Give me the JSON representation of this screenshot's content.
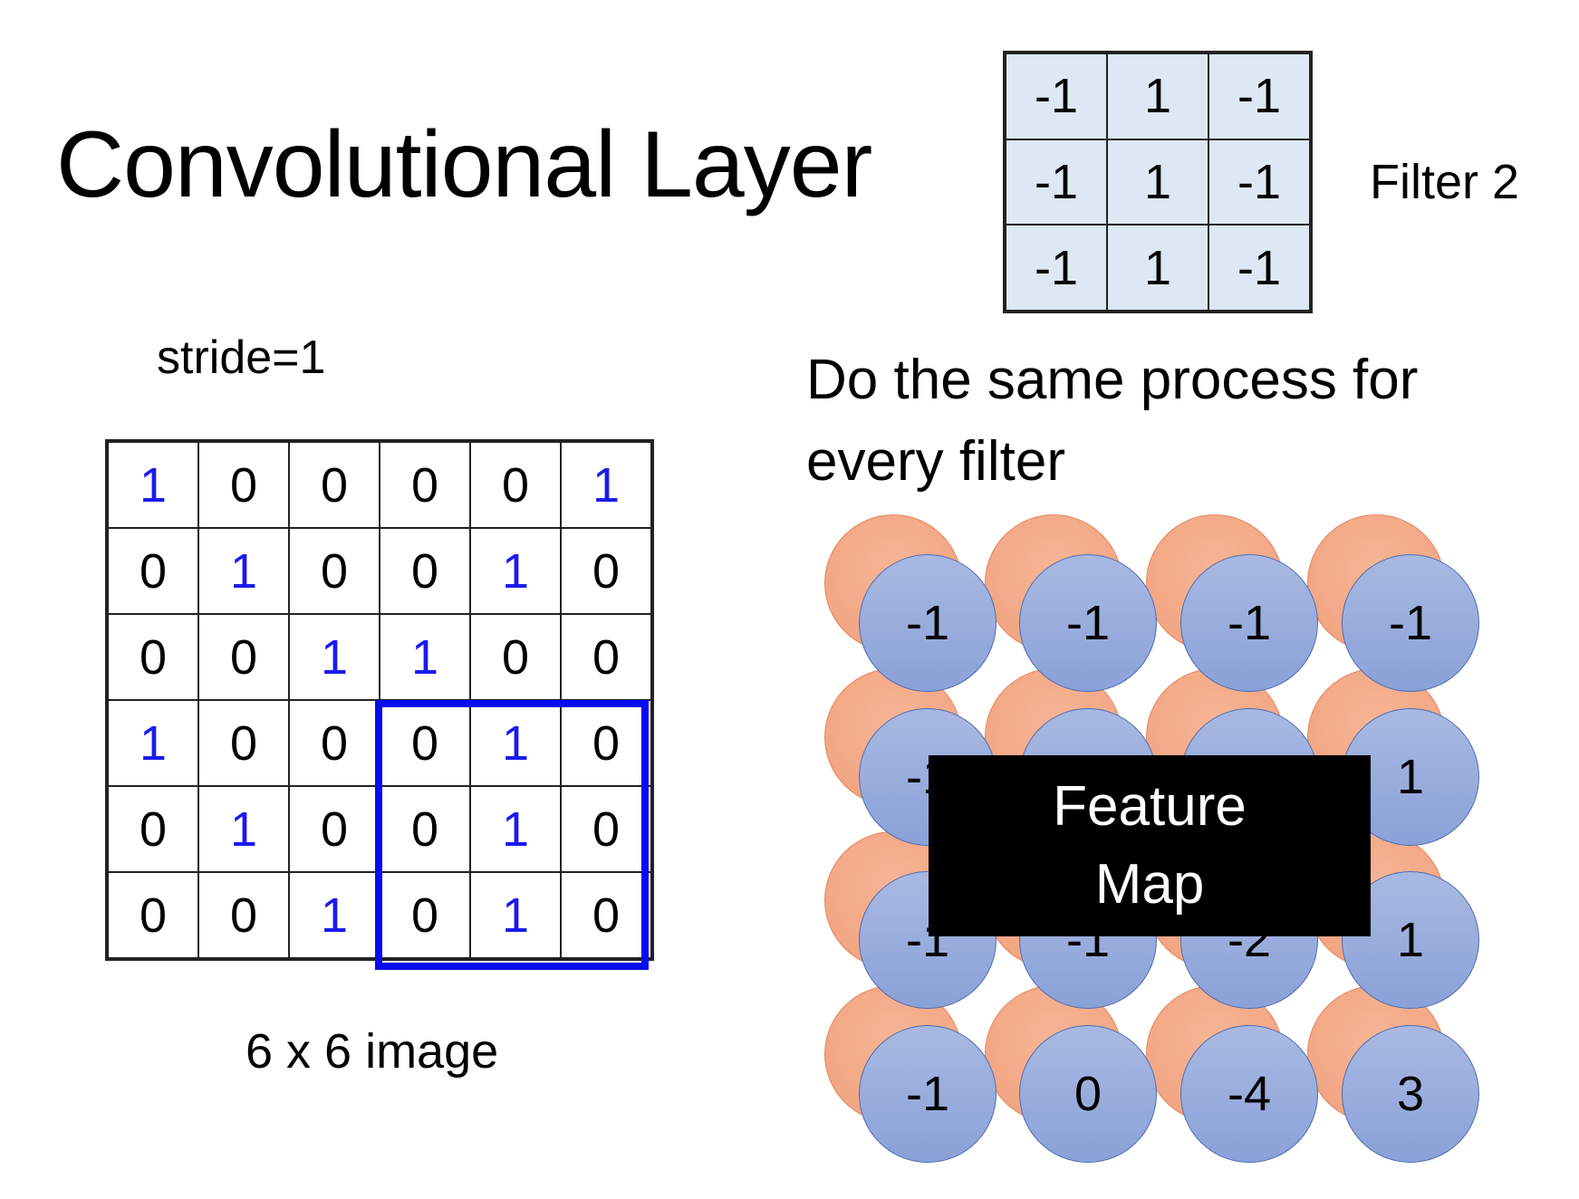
{
  "title": "Convolutional Layer",
  "filter": {
    "label": "Filter 2",
    "cells": [
      "-1",
      "1",
      "-1",
      "-1",
      "1",
      "-1",
      "-1",
      "1",
      "-1"
    ]
  },
  "stride_label": "stride=1",
  "instruction": "Do the same process for every filter",
  "image": {
    "label": "6 x 6 image",
    "cells": [
      "1",
      "0",
      "0",
      "0",
      "0",
      "1",
      "0",
      "1",
      "0",
      "0",
      "1",
      "0",
      "0",
      "0",
      "1",
      "1",
      "0",
      "0",
      "1",
      "0",
      "0",
      "0",
      "1",
      "0",
      "0",
      "1",
      "0",
      "0",
      "1",
      "0",
      "0",
      "0",
      "1",
      "0",
      "1",
      "0"
    ]
  },
  "feature_map": {
    "label_line1": "Feature",
    "label_line2": "Map",
    "values": [
      [
        "-1",
        "-1",
        "-1",
        "-1"
      ],
      [
        "-1",
        "",
        "",
        "1"
      ],
      [
        "-1",
        "-1",
        "-2",
        "1"
      ],
      [
        "-1",
        "0",
        "-4",
        "3"
      ]
    ]
  },
  "colors": {
    "filter_bg": "#dde8f4",
    "one_color": "#1a1aee",
    "highlight": "#0a0aee",
    "orange_circle": "#f0a07c",
    "blue_circle": "#8aa1d8"
  }
}
